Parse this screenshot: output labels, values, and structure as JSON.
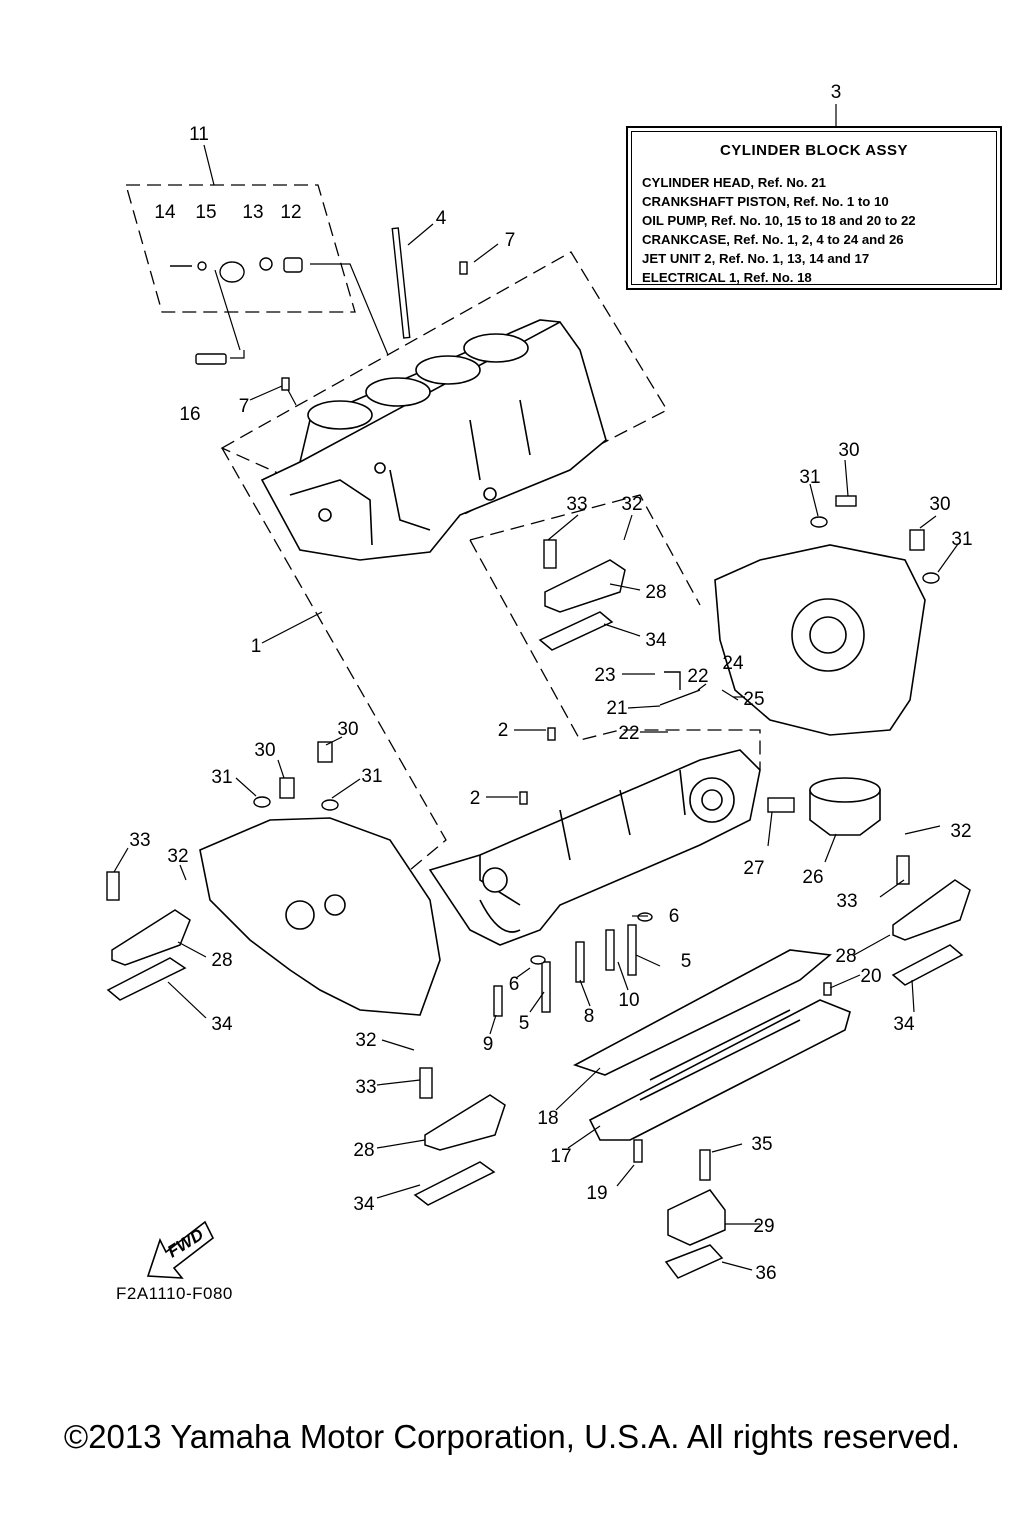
{
  "legend": {
    "ref": "3",
    "title": "CYLINDER BLOCK ASSY",
    "lines": [
      "CYLINDER HEAD,  Ref. No. 21",
      "CRANKSHAFT PISTON,  Ref. No. 1 to 10",
      "OIL PUMP,  Ref. No. 10, 15 to 18 and 20 to 22",
      "CRANKCASE,  Ref. No. 1, 2, 4 to 24 and 26",
      "JET UNIT 2,  Ref. No. 1, 13, 14 and 17",
      "ELECTRICAL 1,  Ref. No. 18"
    ]
  },
  "callouts": {
    "n1": "1",
    "n2a": "2",
    "n2b": "2",
    "n4": "4",
    "n5a": "5",
    "n5b": "5",
    "n6a": "6",
    "n6b": "6",
    "n7a": "7",
    "n7b": "7",
    "n8": "8",
    "n9": "9",
    "n10": "10",
    "n11": "11",
    "n12": "12",
    "n13": "13",
    "n14": "14",
    "n15": "15",
    "n16": "16",
    "n17": "17",
    "n18": "18",
    "n19": "19",
    "n20": "20",
    "n21": "21",
    "n22a": "22",
    "n22b": "22",
    "n23": "23",
    "n24": "24",
    "n25": "25",
    "n26": "26",
    "n27": "27",
    "n28a": "28",
    "n28b": "28",
    "n28c": "28",
    "n28d": "28",
    "n29": "29",
    "n30a": "30",
    "n30b": "30",
    "n30c": "30",
    "n30d": "30",
    "n31a": "31",
    "n31b": "31",
    "n31c": "31",
    "n31d": "31",
    "n32a": "32",
    "n32b": "32",
    "n32c": "32",
    "n32d": "32",
    "n33a": "33",
    "n33b": "33",
    "n33c": "33",
    "n33d": "33",
    "n34a": "34",
    "n34b": "34",
    "n34c": "34",
    "n34d": "34",
    "n35": "35",
    "n36": "36"
  },
  "fwd_label": "FWD",
  "figure_code": "F2A1110-F080",
  "copyright": "©2013 Yamaha Motor Corporation, U.S.A. All rights reserved."
}
